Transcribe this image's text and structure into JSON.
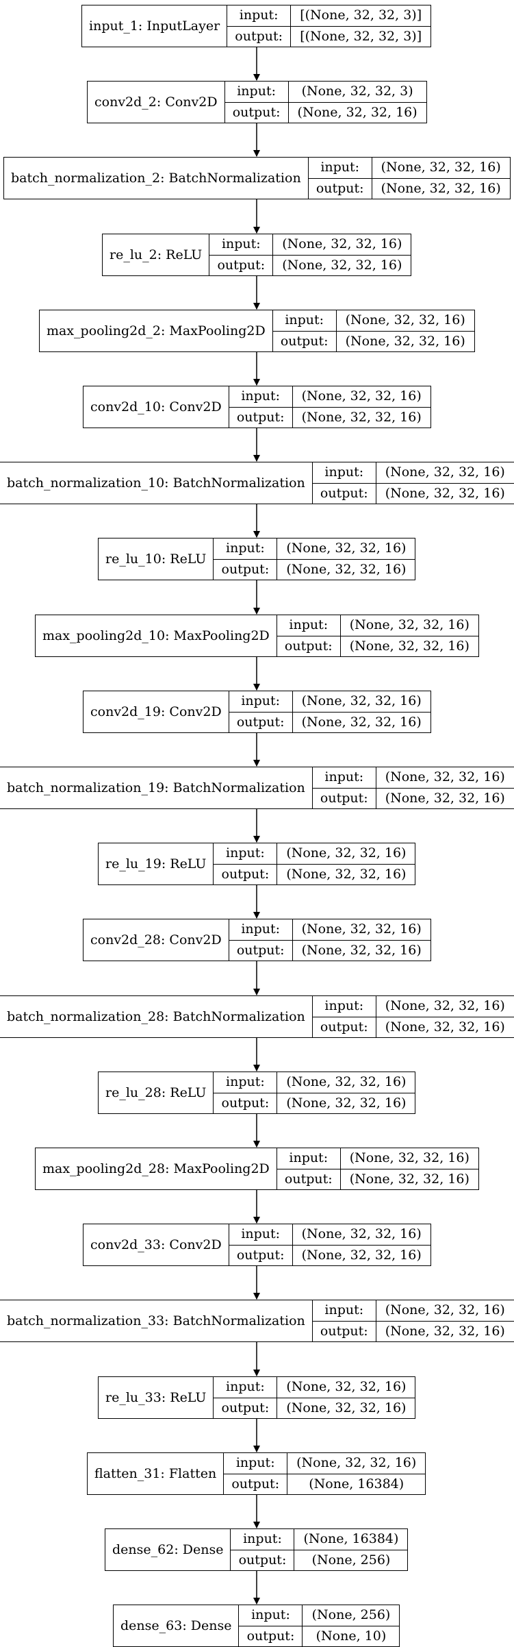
{
  "diagram": {
    "port_labels": {
      "input": "input:",
      "output": "output:"
    },
    "layers": [
      {
        "name": "input_1: InputLayer",
        "input": "[(None, 32, 32, 3)]",
        "output": "[(None, 32, 32, 3)]"
      },
      {
        "name": "conv2d_2: Conv2D",
        "input": "(None, 32, 32, 3)",
        "output": "(None, 32, 32, 16)"
      },
      {
        "name": "batch_normalization_2: BatchNormalization",
        "input": "(None, 32, 32, 16)",
        "output": "(None, 32, 32, 16)"
      },
      {
        "name": "re_lu_2: ReLU",
        "input": "(None, 32, 32, 16)",
        "output": "(None, 32, 32, 16)"
      },
      {
        "name": "max_pooling2d_2: MaxPooling2D",
        "input": "(None, 32, 32, 16)",
        "output": "(None, 32, 32, 16)"
      },
      {
        "name": "conv2d_10: Conv2D",
        "input": "(None, 32, 32, 16)",
        "output": "(None, 32, 32, 16)"
      },
      {
        "name": "batch_normalization_10: BatchNormalization",
        "input": "(None, 32, 32, 16)",
        "output": "(None, 32, 32, 16)"
      },
      {
        "name": "re_lu_10: ReLU",
        "input": "(None, 32, 32, 16)",
        "output": "(None, 32, 32, 16)"
      },
      {
        "name": "max_pooling2d_10: MaxPooling2D",
        "input": "(None, 32, 32, 16)",
        "output": "(None, 32, 32, 16)"
      },
      {
        "name": "conv2d_19: Conv2D",
        "input": "(None, 32, 32, 16)",
        "output": "(None, 32, 32, 16)"
      },
      {
        "name": "batch_normalization_19: BatchNormalization",
        "input": "(None, 32, 32, 16)",
        "output": "(None, 32, 32, 16)"
      },
      {
        "name": "re_lu_19: ReLU",
        "input": "(None, 32, 32, 16)",
        "output": "(None, 32, 32, 16)"
      },
      {
        "name": "conv2d_28: Conv2D",
        "input": "(None, 32, 32, 16)",
        "output": "(None, 32, 32, 16)"
      },
      {
        "name": "batch_normalization_28: BatchNormalization",
        "input": "(None, 32, 32, 16)",
        "output": "(None, 32, 32, 16)"
      },
      {
        "name": "re_lu_28: ReLU",
        "input": "(None, 32, 32, 16)",
        "output": "(None, 32, 32, 16)"
      },
      {
        "name": "max_pooling2d_28: MaxPooling2D",
        "input": "(None, 32, 32, 16)",
        "output": "(None, 32, 32, 16)"
      },
      {
        "name": "conv2d_33: Conv2D",
        "input": "(None, 32, 32, 16)",
        "output": "(None, 32, 32, 16)"
      },
      {
        "name": "batch_normalization_33: BatchNormalization",
        "input": "(None, 32, 32, 16)",
        "output": "(None, 32, 32, 16)"
      },
      {
        "name": "re_lu_33: ReLU",
        "input": "(None, 32, 32, 16)",
        "output": "(None, 32, 32, 16)"
      },
      {
        "name": "flatten_31: Flatten",
        "input": "(None, 32, 32, 16)",
        "output": "(None, 16384)"
      },
      {
        "name": "dense_62: Dense",
        "input": "(None, 16384)",
        "output": "(None, 256)"
      },
      {
        "name": "dense_63: Dense",
        "input": "(None, 256)",
        "output": "(None, 10)"
      }
    ]
  }
}
